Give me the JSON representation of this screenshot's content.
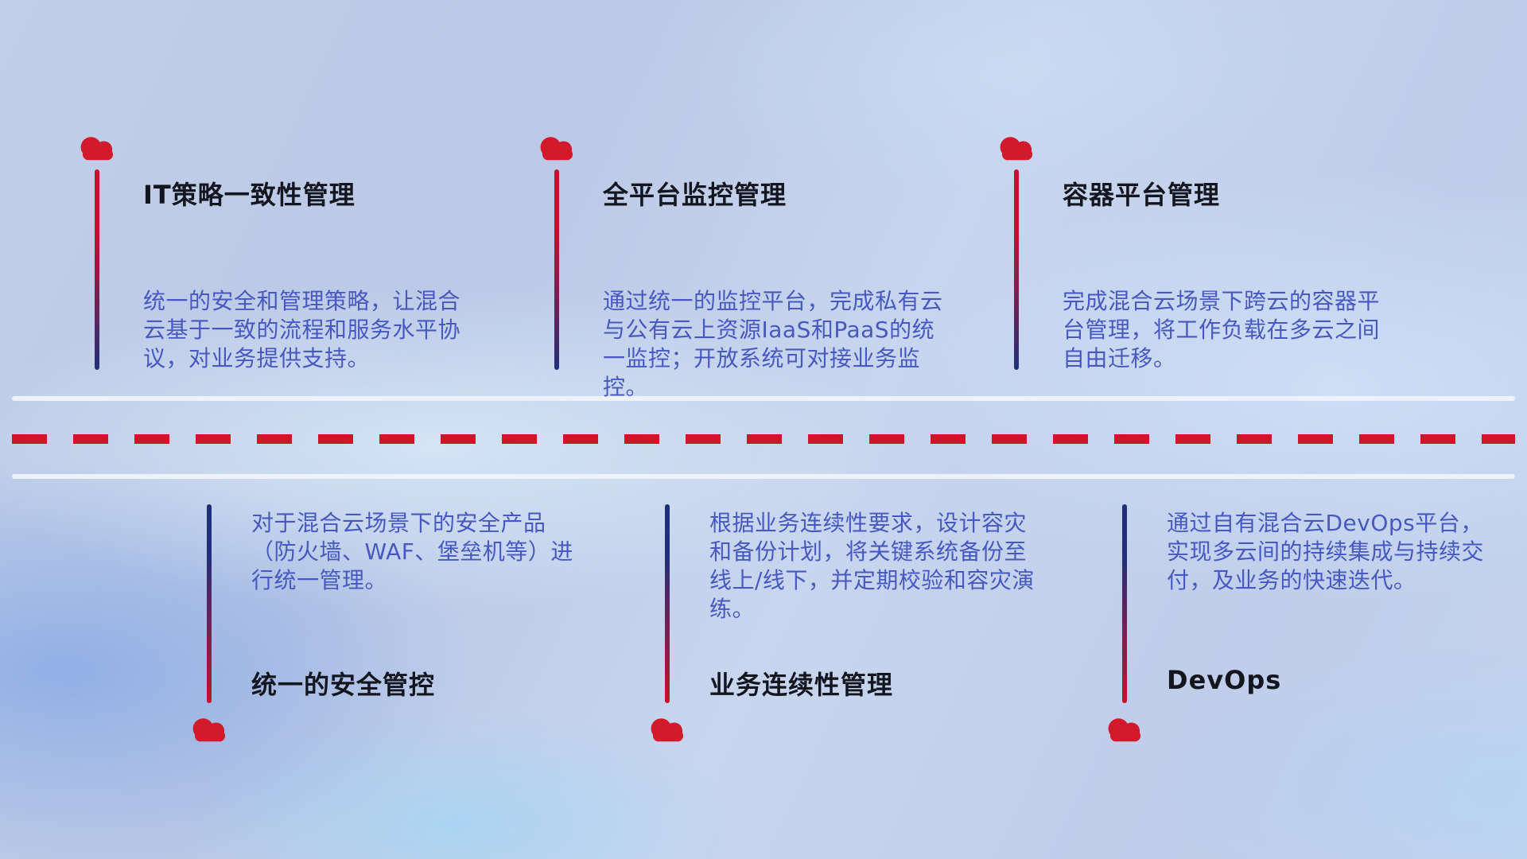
{
  "colors": {
    "cloud_red": "#d11a2b",
    "dash_red": "#ce1628",
    "line_red": "#c8102e",
    "line_navy": "#1f3079",
    "title_text": "#14161f",
    "description_text": "#4759c0",
    "timeline_white": "#eef3fa"
  },
  "icons": {
    "marker": "cloud-icon"
  },
  "top_items": [
    {
      "title": "IT策略一致性管理",
      "description": "统一的安全和管理策略，让混合云基于一致的流程和服务水平协议，对业务提供支持。"
    },
    {
      "title": "全平台监控管理",
      "description": "通过统一的监控平台，完成私有云与公有云上资源IaaS和PaaS的统一监控；开放系统可对接业务监控。"
    },
    {
      "title": "容器平台管理",
      "description": "完成混合云场景下跨云的容器平台管理，将工作负载在多云之间自由迁移。"
    }
  ],
  "bottom_items": [
    {
      "title": "统一的安全管控",
      "description": "对于混合云场景下的安全产品（防火墙、WAF、堡垒机等）进行统一管理。"
    },
    {
      "title": "业务连续性管理",
      "description": "根据业务连续性要求，设计容灾和备份计划，将关键系统备份至线上/线下，并定期校验和容灾演练。"
    },
    {
      "title": "DevOps",
      "description": "通过自有混合云DevOps平台，实现多云间的持续集成与持续交付，及业务的快速迭代。"
    }
  ]
}
